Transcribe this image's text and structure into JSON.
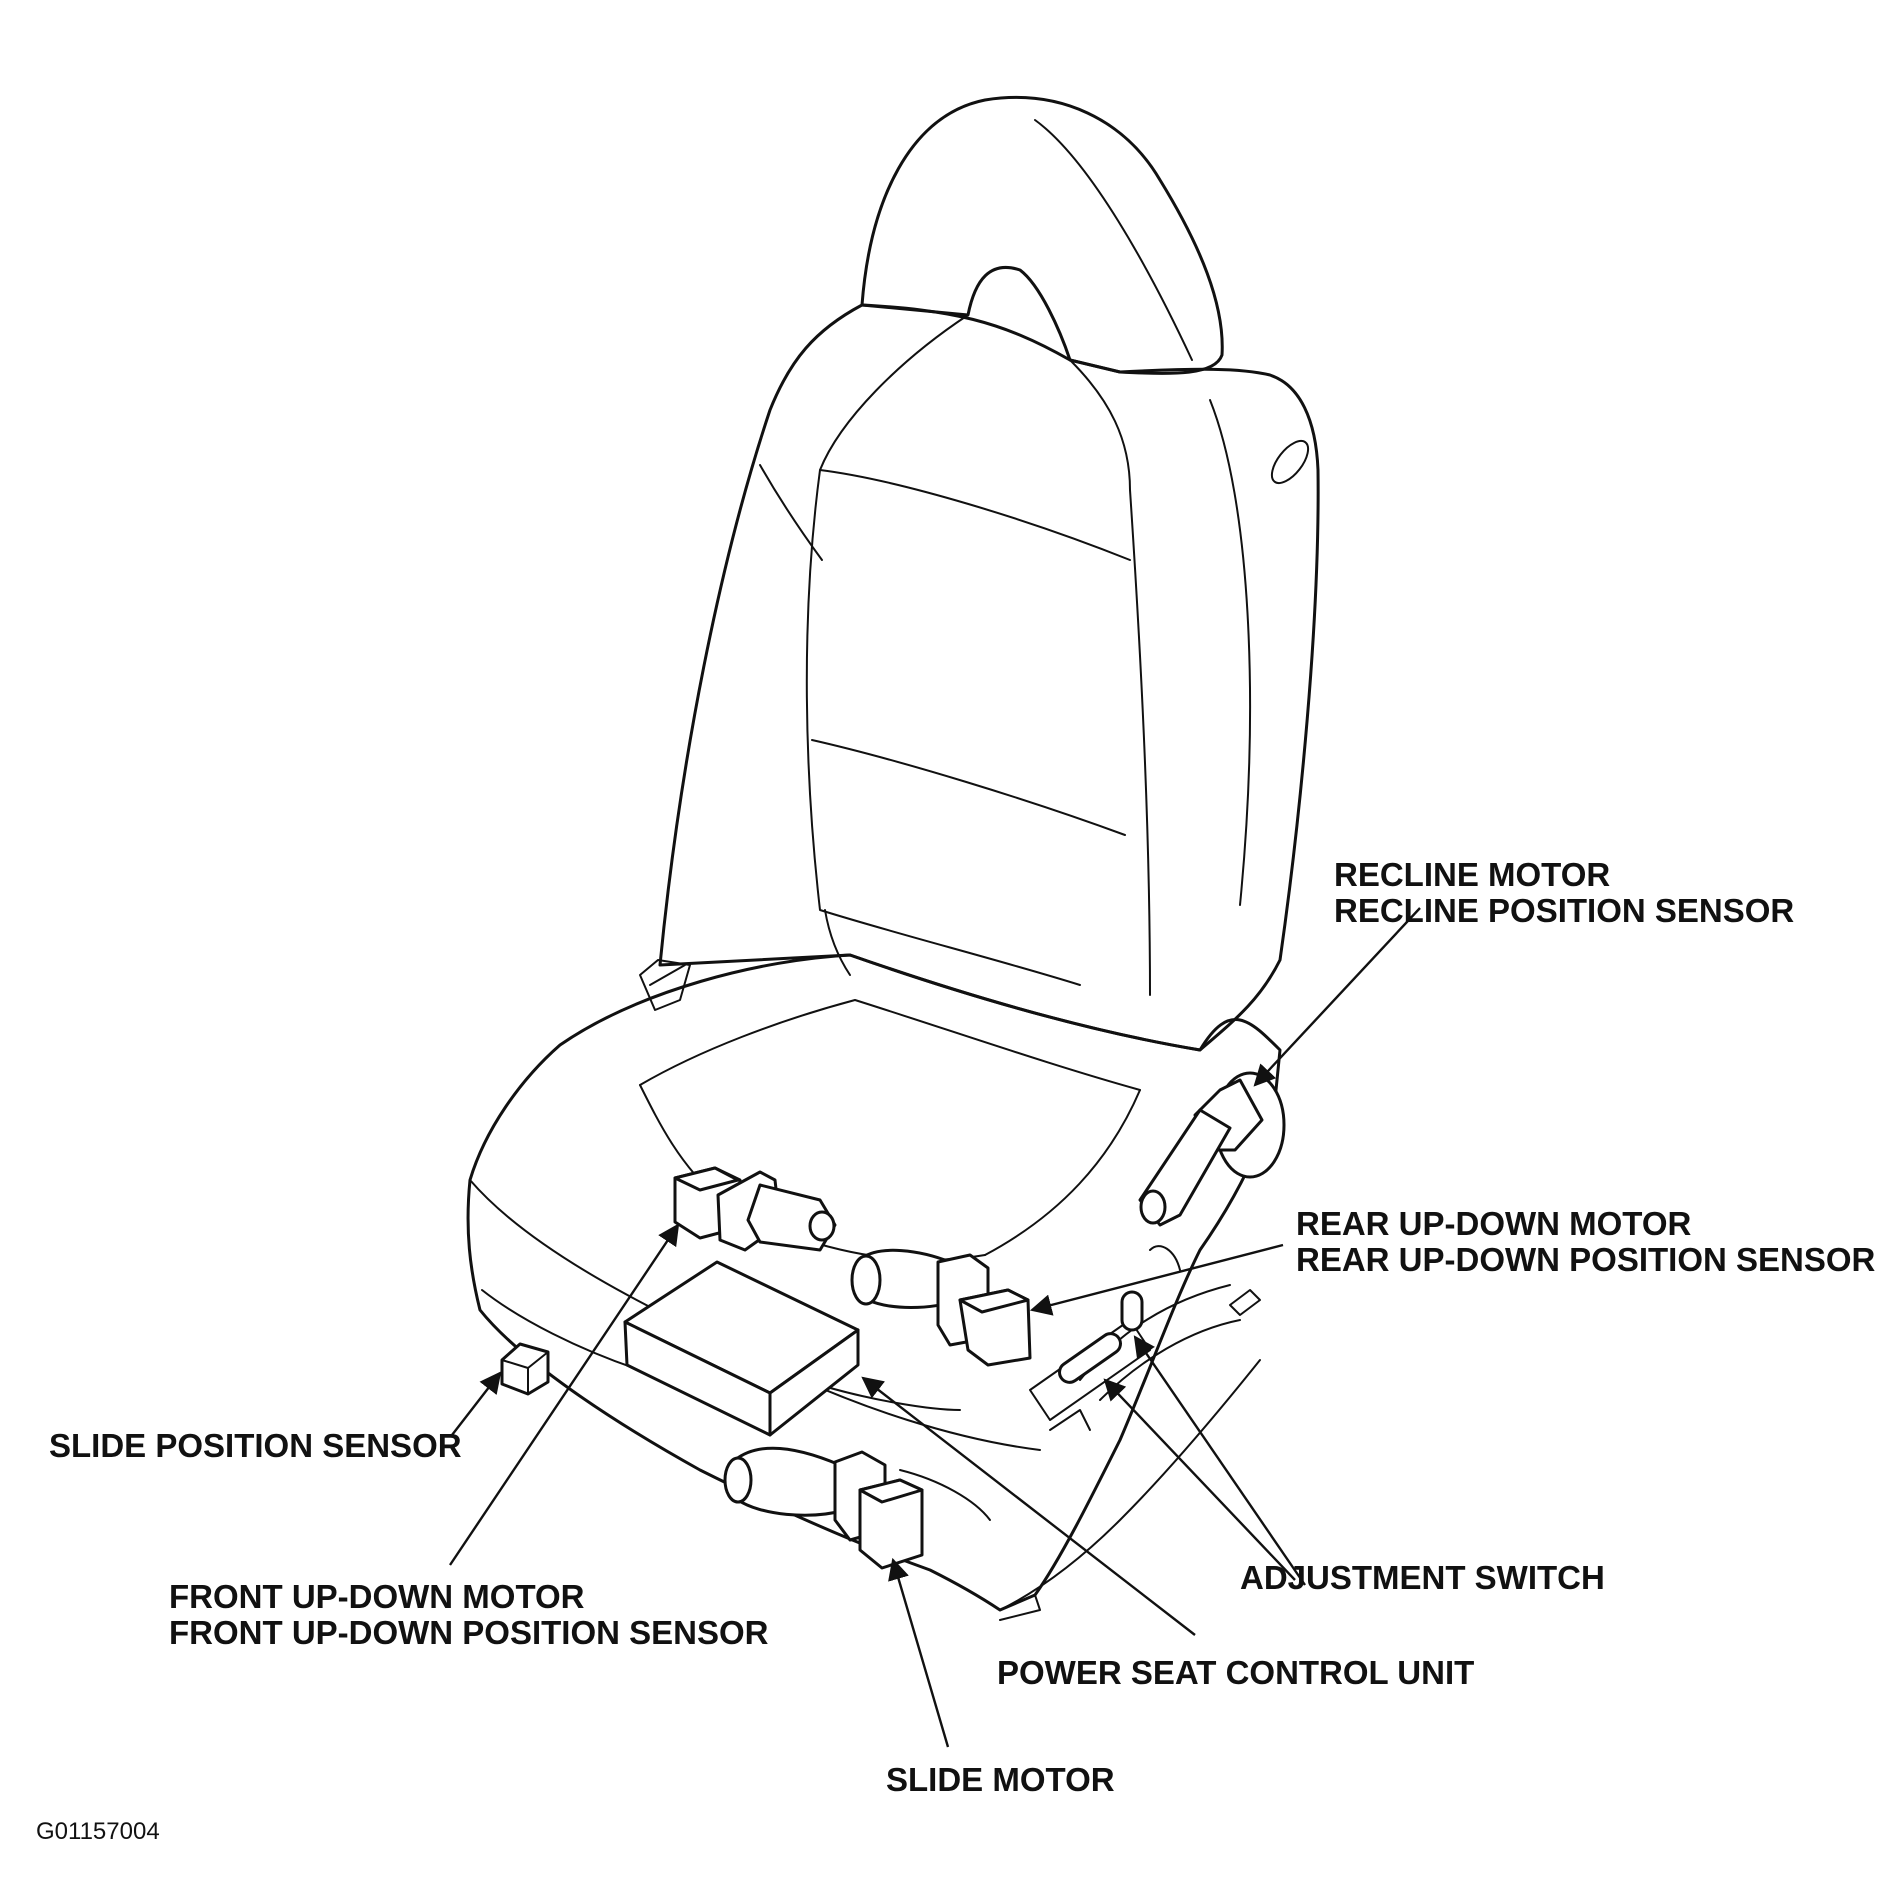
{
  "labels": {
    "recline_motor": "RECLINE MOTOR",
    "recline_position_sensor": "RECLINE POSITION SENSOR",
    "rear_up_down_motor": "REAR UP-DOWN MOTOR",
    "rear_up_down_position_sensor": "REAR UP-DOWN POSITION SENSOR",
    "slide_position_sensor": "SLIDE POSITION SENSOR",
    "front_up_down_motor": "FRONT UP-DOWN MOTOR",
    "front_up_down_position_sensor": "FRONT UP-DOWN POSITION SENSOR",
    "adjustment_switch": "ADJUSTMENT SWITCH",
    "power_seat_control_unit": "POWER SEAT CONTROL UNIT",
    "slide_motor": "SLIDE MOTOR"
  },
  "figure_code": "G01157004"
}
